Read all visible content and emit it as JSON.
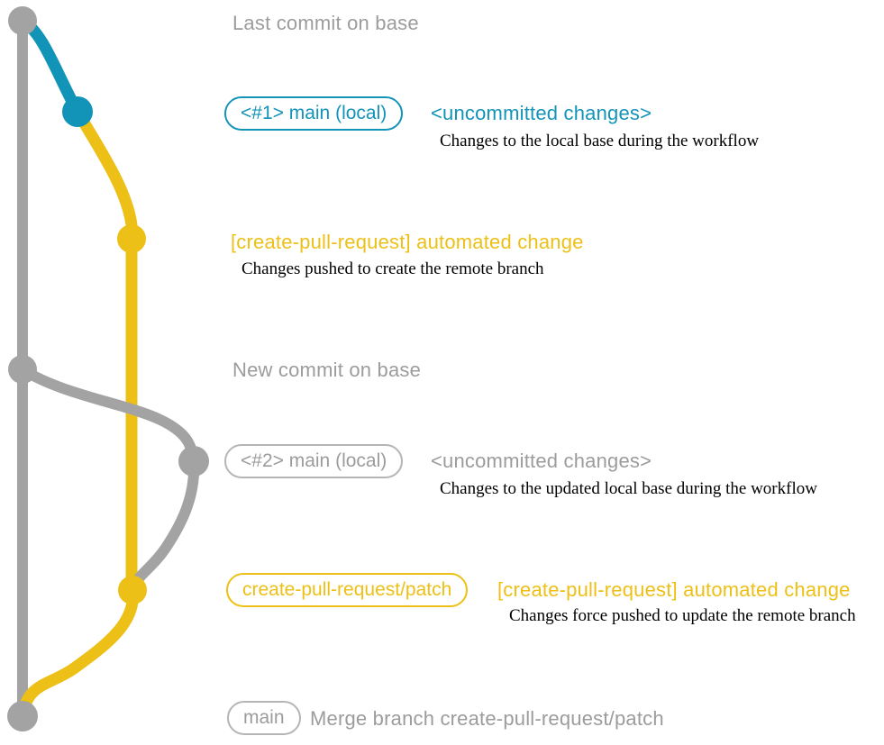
{
  "colors": {
    "teal": "#1293b8",
    "yellow": "#edc017",
    "gray_line": "#a3a3a3",
    "gray_text": "#9c9c9c",
    "description_text": "#000000"
  },
  "graph": {
    "branch_colors": {
      "base_branch": "#a3a3a3",
      "local_main_branch": "#1293b8",
      "create_pull_request_patch_branch": "#edc017"
    },
    "commit_node_colors": [
      "gray",
      "teal",
      "yellow",
      "gray",
      "gray",
      "yellow",
      "gray"
    ]
  },
  "annotations": {
    "last_commit": {
      "text": "Last commit on base"
    },
    "row1": {
      "badge": "<#1> main (local)",
      "heading": "<uncommitted changes>",
      "description": "Changes to the local base during the workflow"
    },
    "row2": {
      "heading": "[create-pull-request] automated change",
      "description": "Changes pushed to create the remote branch"
    },
    "new_commit": {
      "text": "New commit on base"
    },
    "row3": {
      "badge": "<#2> main (local)",
      "heading": "<uncommitted changes>",
      "description": "Changes to the updated local base during the workflow"
    },
    "row4": {
      "badge": "create-pull-request/patch",
      "heading": "[create-pull-request] automated change",
      "description": "Changes force pushed to update the remote branch"
    },
    "row5": {
      "badge": "main",
      "text": "Merge branch create-pull-request/patch"
    }
  }
}
